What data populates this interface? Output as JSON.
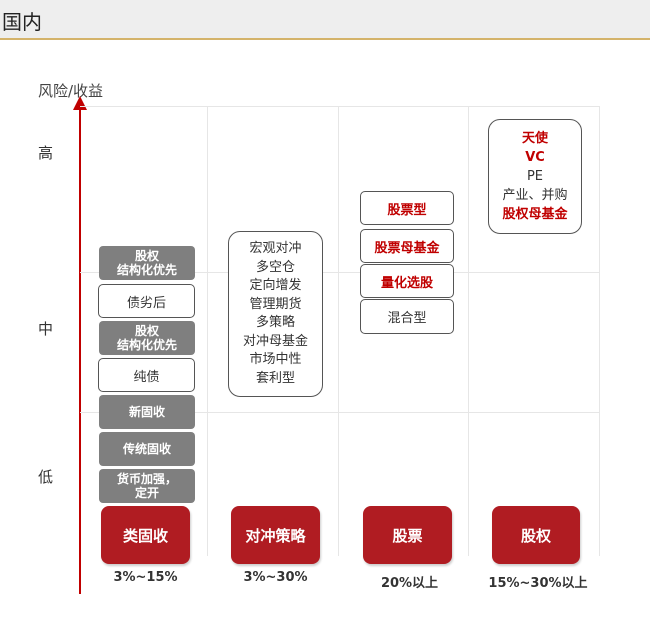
{
  "header": {
    "title": "国内"
  },
  "axis": {
    "title": "风险/收益",
    "levels": {
      "high": "高",
      "mid": "中",
      "low": "低"
    }
  },
  "fixed_income": {
    "items": [
      "股权\n结构化优先",
      "债劣后",
      "股权\n结构化优先",
      "纯债",
      "新固收",
      "传统固收",
      "货币加强，\n定开"
    ],
    "category": "类固收",
    "return": "3%~15%"
  },
  "hedge": {
    "items": [
      "宏观对冲",
      "多空仓",
      "定向增发",
      "管理期货",
      "多策略",
      "对冲母基金",
      "市场中性",
      "套利型"
    ],
    "category": "对冲策略",
    "return": "3%~30%"
  },
  "stock": {
    "items": [
      "股票型",
      "股票母基金",
      "量化选股",
      "混合型"
    ],
    "category": "股票",
    "return": "20%以上"
  },
  "equity": {
    "items": [
      "天使",
      "VC",
      "PE",
      "产业、并购",
      "股权母基金"
    ],
    "category": "股权",
    "return": "15%~30%以上"
  },
  "colors": {
    "accent_red": "#b01c22",
    "text_red": "#c00000",
    "grey_box": "#7f7f7f",
    "header_line": "#d4b36a"
  }
}
